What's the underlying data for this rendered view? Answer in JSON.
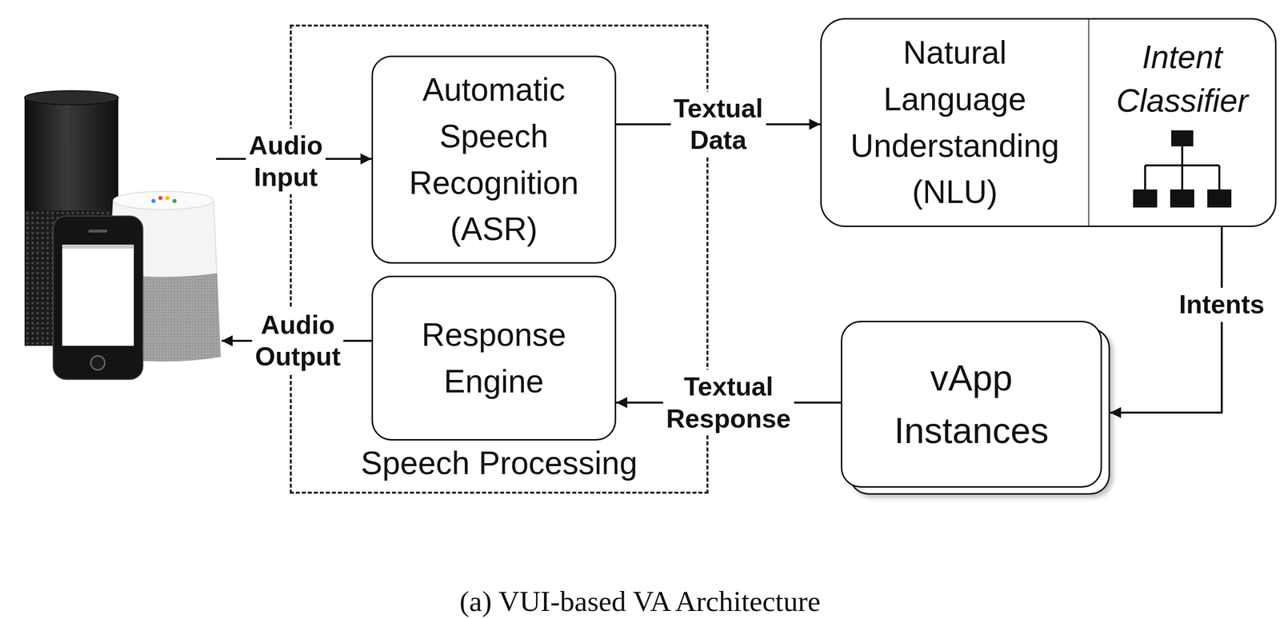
{
  "diagram": {
    "caption": "(a) VUI-based VA Architecture",
    "nodes": [
      {
        "text": [
          "Speech Processing"
        ]
      },
      {
        "text": [
          "Automatic Speech Recognition (ASR)"
        ],
        "in": 0
      },
      {
        "text": [
          "Response Engine"
        ],
        "in": 0
      },
      {
        "text": [
          "Natural Language Understanding (NLU)",
          "Intent Classifier"
        ]
      },
      {
        "text": [
          "vApp Instances"
        ]
      }
    ],
    "edges": [
      {
        "from": 1,
        "to": 3,
        "label": "Textual Data",
        "arrow": "to"
      },
      {
        "from": 3,
        "to": 4,
        "label": "Intents",
        "arrow": "to"
      },
      {
        "from": 4,
        "to": 2,
        "label": "Textual Response",
        "arrow": "to"
      }
    ],
    "labels": [
      "Audio Input",
      "Audio Output"
    ]
  }
}
